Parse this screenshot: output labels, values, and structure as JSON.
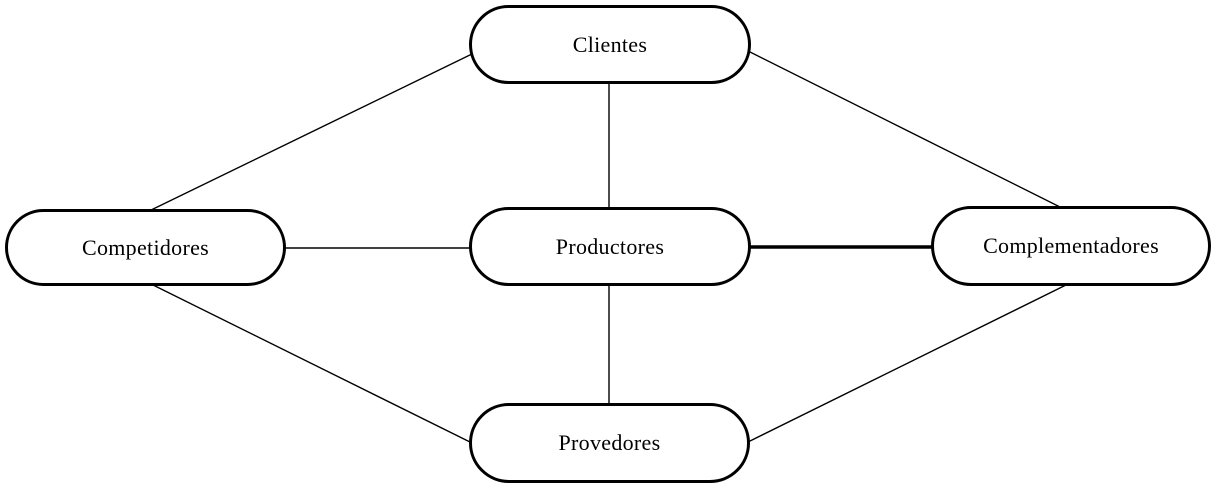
{
  "diagram": {
    "type": "network-diagram",
    "background_color": "#ffffff",
    "node_fill_color": "#ffffff",
    "node_border_color": "#000000",
    "line_color": "#000000",
    "nodes": {
      "clientes": {
        "label": "Clientes"
      },
      "competidores": {
        "label": "Competidores"
      },
      "productores": {
        "label": "Productores"
      },
      "complementadores": {
        "label": "Complementadores"
      },
      "provedores": {
        "label": "Provedores"
      }
    },
    "edges": [
      {
        "from": "clientes",
        "to": "competidores",
        "weight": "normal"
      },
      {
        "from": "clientes",
        "to": "complementadores",
        "weight": "normal"
      },
      {
        "from": "clientes",
        "to": "productores",
        "weight": "normal"
      },
      {
        "from": "competidores",
        "to": "productores",
        "weight": "normal"
      },
      {
        "from": "productores",
        "to": "complementadores",
        "weight": "bold"
      },
      {
        "from": "competidores",
        "to": "provedores",
        "weight": "normal"
      },
      {
        "from": "productores",
        "to": "provedores",
        "weight": "normal"
      },
      {
        "from": "provedores",
        "to": "complementadores",
        "weight": "normal"
      }
    ]
  }
}
